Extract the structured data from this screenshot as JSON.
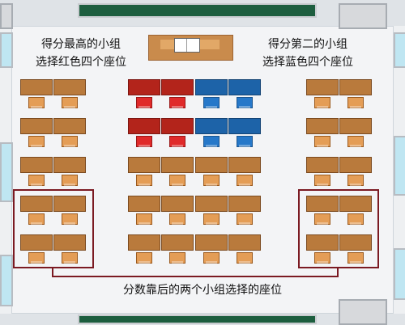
{
  "captions": {
    "left_line1": "得分最高的小组",
    "left_line2": "选择红色四个座位",
    "right_line1": "得分第二的小组",
    "right_line2": "选择蓝色四个座位",
    "bottom": "分数靠后的两个小组选择的座位"
  },
  "colors": {
    "desk_brown": "#b97a3c",
    "chair_brown": "#e49d56",
    "red": "#b3241b",
    "blue": "#1d63a8",
    "bracket": "#7b1a22",
    "board": "#1d5e3f"
  }
}
